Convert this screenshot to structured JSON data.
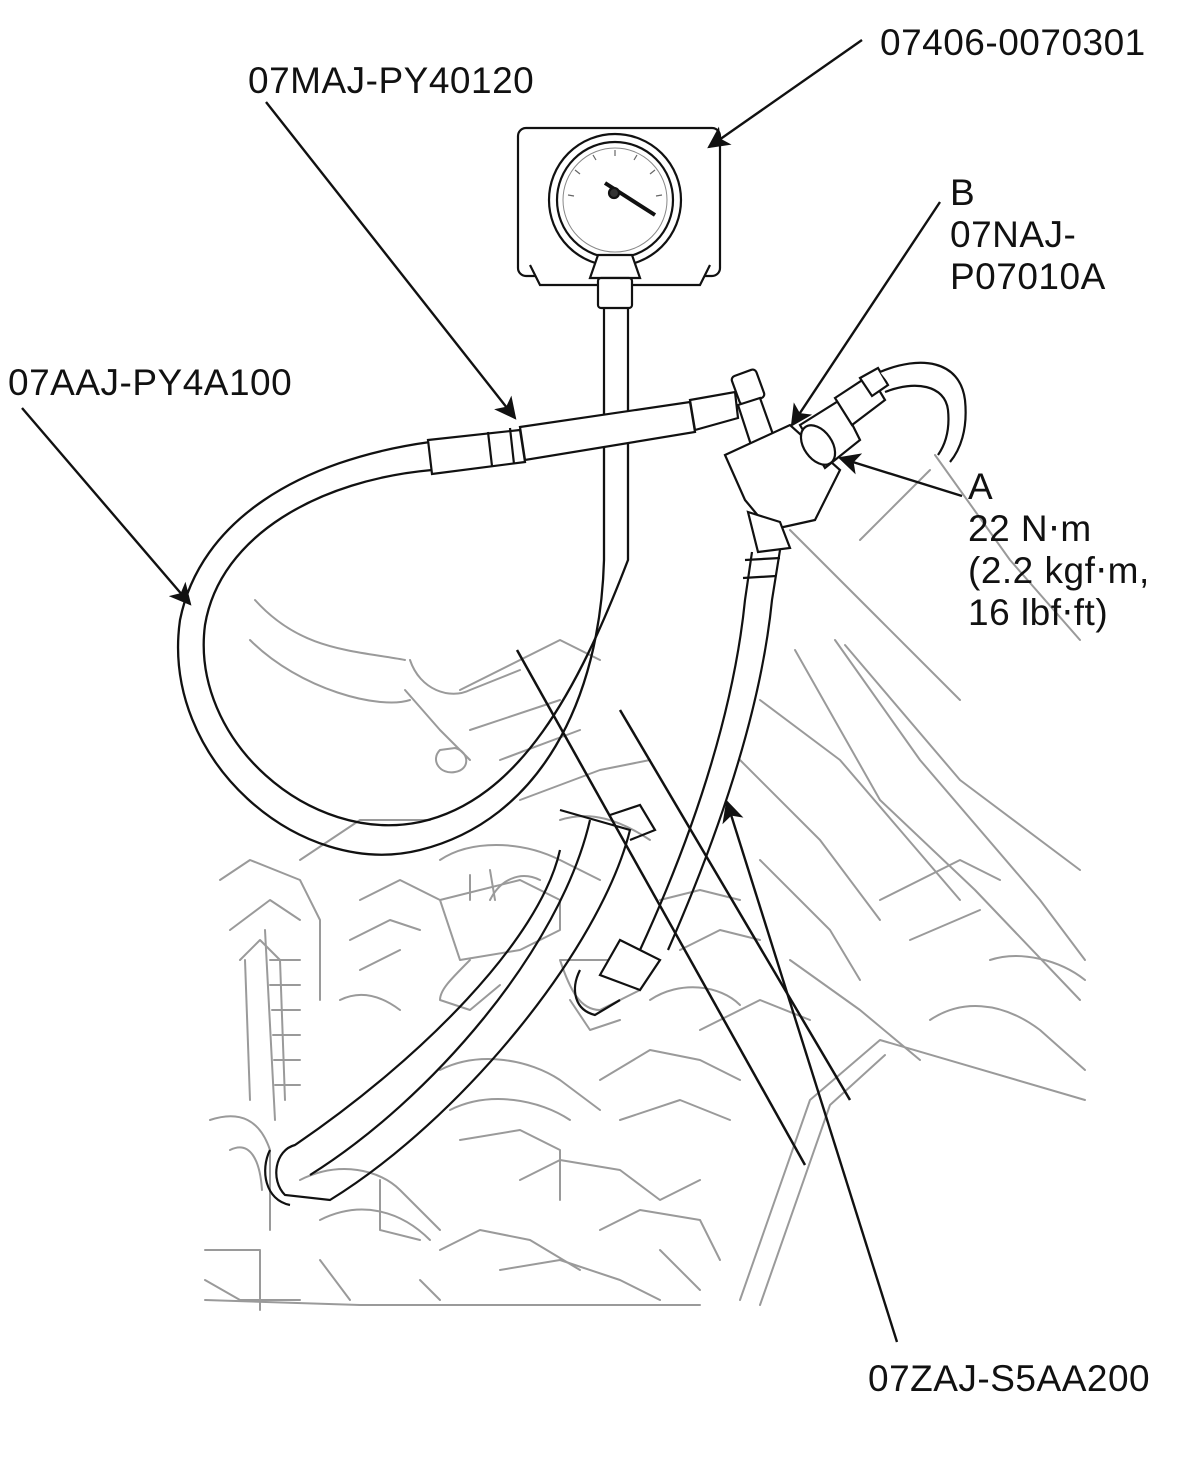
{
  "callouts": {
    "gauge_part": "07406-0070301",
    "hose_part_upper": "07MAJ-PY40120",
    "hose_part_left": "07AAJ-PY4A100",
    "adapter_letter": "B",
    "adapter_part_line1": "07NAJ-",
    "adapter_part_line2": "P07010A",
    "bolt_letter": "A",
    "torque_nm": "22 N⋅m",
    "torque_kgfm": "(2.2 kgf⋅m,",
    "torque_lbfft": "16 lbf⋅ft)",
    "line_part": "07ZAJ-S5AA200"
  },
  "colors": {
    "ink": "#111111",
    "engine_line": "#9a9a9a",
    "paper": "#ffffff"
  }
}
